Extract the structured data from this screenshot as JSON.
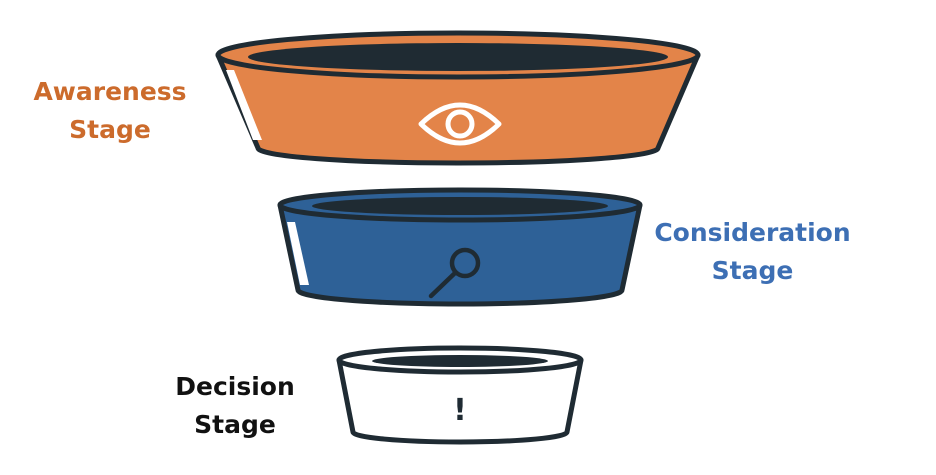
{
  "diagram": {
    "stages": [
      {
        "id": "awareness",
        "label_line1": "Awareness",
        "label_line2": "Stage",
        "label_color": "#cc6b2c",
        "fill": "#e38449",
        "inner": "#1f2b33",
        "icon": "eye-icon"
      },
      {
        "id": "consideration",
        "label_line1": "Consideration",
        "label_line2": "Stage",
        "label_color": "#3d6fb4",
        "fill": "#2e6197",
        "inner": "#1f2b33",
        "icon": "magnifier-icon"
      },
      {
        "id": "decision",
        "label_line1": "Decision",
        "label_line2": "Stage",
        "label_color": "#111111",
        "fill": "#ffffff",
        "inner": "#1f2b33",
        "icon": "exclamation-icon",
        "icon_text": "!"
      }
    ],
    "outline_color": "#1f2b33"
  }
}
